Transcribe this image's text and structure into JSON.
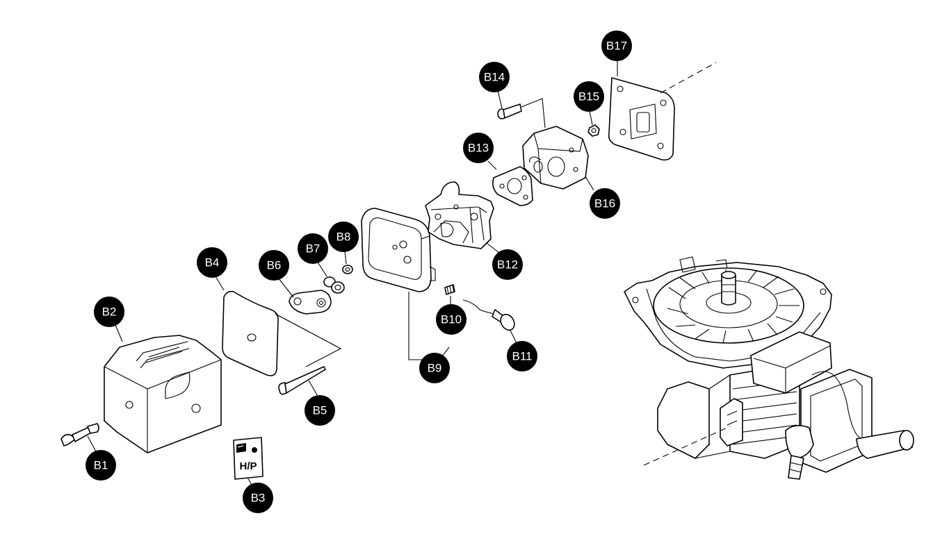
{
  "callouts": [
    {
      "id": "B1",
      "label": "B1"
    },
    {
      "id": "B2",
      "label": "B2"
    },
    {
      "id": "B3",
      "label": "B3"
    },
    {
      "id": "B4",
      "label": "B4"
    },
    {
      "id": "B5",
      "label": "B5"
    },
    {
      "id": "B6",
      "label": "B6"
    },
    {
      "id": "B7",
      "label": "B7"
    },
    {
      "id": "B8",
      "label": "B8"
    },
    {
      "id": "B9",
      "label": "B9"
    },
    {
      "id": "B10",
      "label": "B10"
    },
    {
      "id": "B11",
      "label": "B11"
    },
    {
      "id": "B12",
      "label": "B12"
    },
    {
      "id": "B13",
      "label": "B13"
    },
    {
      "id": "B14",
      "label": "B14"
    },
    {
      "id": "B15",
      "label": "B15"
    },
    {
      "id": "B16",
      "label": "B16"
    },
    {
      "id": "B17",
      "label": "B17"
    }
  ],
  "decal": {
    "text": "H/P"
  }
}
